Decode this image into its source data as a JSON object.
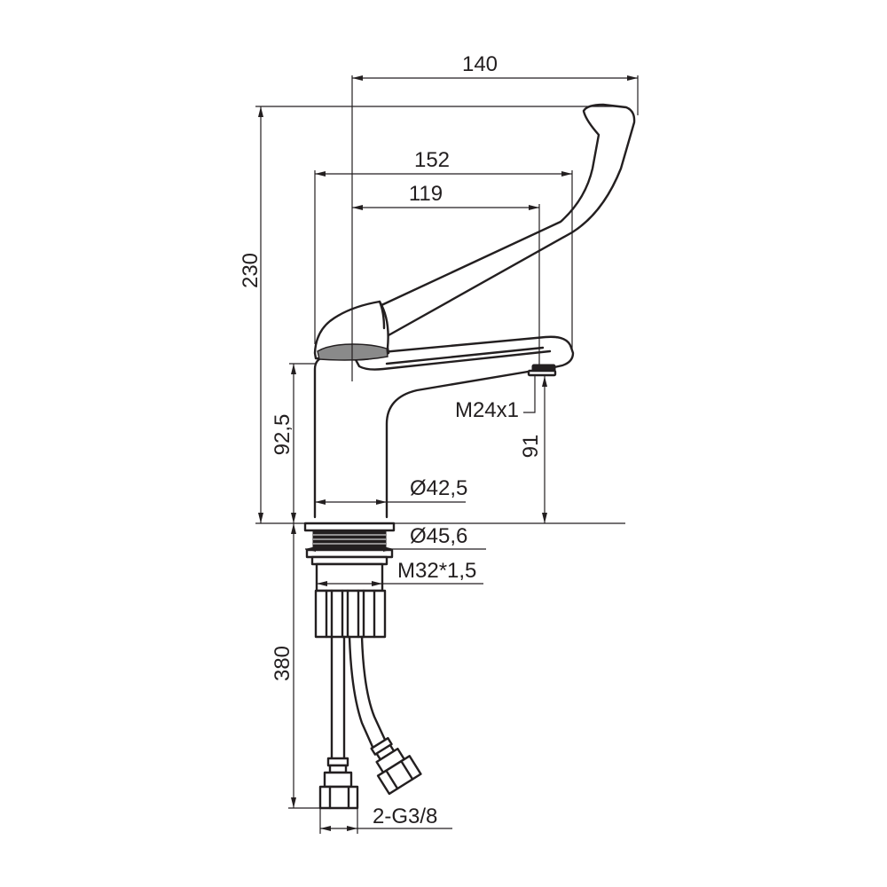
{
  "drawing": {
    "dimensions": {
      "overall_reach": "140",
      "handle_reach": "152",
      "spout_reach": "119",
      "overall_height": "230",
      "spout_height": "92,5",
      "outlet_height": "91",
      "outlet_thread": "M24x1",
      "body_diameter": "Ø42,5",
      "base_diameter": "Ø45,6",
      "shank_thread": "M32*1,5",
      "hose_length": "380",
      "hose_connection": "2-G3/8"
    }
  }
}
